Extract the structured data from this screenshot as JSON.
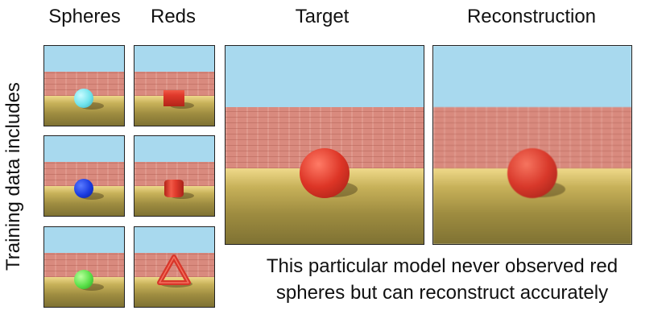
{
  "headers": {
    "spheres": "Spheres",
    "reds": "Reds",
    "target": "Target",
    "reconstruction": "Reconstruction"
  },
  "side_label": "Training data includes",
  "caption": {
    "line1": "This particular model never observed red",
    "line2": "spheres but can reconstruct accurately"
  },
  "thumbnails": {
    "spheres": [
      {
        "object": "sphere",
        "color": "#6fe3ec"
      },
      {
        "object": "sphere",
        "color": "#1a3be0"
      },
      {
        "object": "sphere",
        "color": "#58e048"
      }
    ],
    "reds": [
      {
        "object": "cube",
        "color": "#e03a2c"
      },
      {
        "object": "cylinder",
        "color": "#e03a2c"
      },
      {
        "object": "triangle-frame",
        "color": "#d8362a"
      }
    ]
  },
  "large_images": {
    "target": {
      "object": "sphere",
      "color": "#dd3526"
    },
    "reconstruction": {
      "object": "sphere",
      "color": "#d8382a"
    }
  },
  "colors": {
    "sky": "#a8d9ee",
    "wall": "#d98a7e",
    "floor": "#c7b159"
  }
}
